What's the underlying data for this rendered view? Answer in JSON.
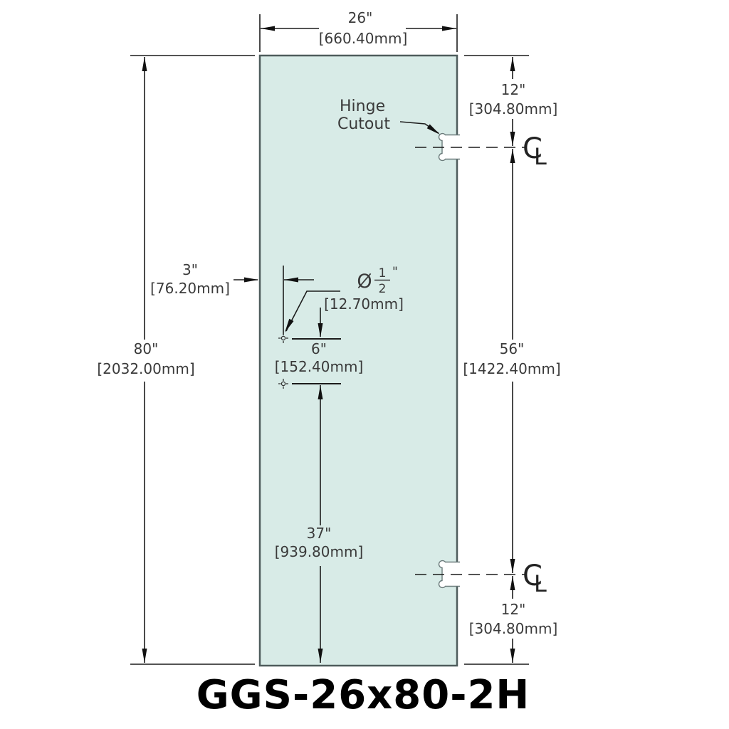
{
  "title": "GGS-26x80-2H",
  "glass_panel": {
    "label": "glass-door-panel",
    "fill": "#d8ebe7",
    "border": "#4e5c5c"
  },
  "annotations": {
    "hinge_cutout": {
      "line1": "Hinge",
      "line2": "Cutout"
    },
    "centerline_symbol": {
      "c": "C",
      "l": "L"
    }
  },
  "dimensions": {
    "width": {
      "inches": "26\"",
      "mm": "[660.40mm]"
    },
    "height": {
      "inches": "80\"",
      "mm": "[2032.00mm]"
    },
    "top_edge_to_hinge": {
      "inches": "12\"",
      "mm": "[304.80mm]"
    },
    "hinge_to_hinge": {
      "inches": "56\"",
      "mm": "[1422.40mm]"
    },
    "hinge_to_bottom_edge": {
      "inches": "12\"",
      "mm": "[304.80mm]"
    },
    "hole_edge_offset": {
      "inches": "3\"",
      "mm": "[76.20mm]"
    },
    "hole_diameter": {
      "symbol": "Ø",
      "numerator": "1",
      "denominator": "2",
      "inch_mark": "\"",
      "mm": "[12.70mm]"
    },
    "hole_spacing": {
      "inches": "6\"",
      "mm": "[152.40mm]"
    },
    "hole_to_bottom": {
      "inches": "37\"",
      "mm": "[939.80mm]"
    }
  }
}
